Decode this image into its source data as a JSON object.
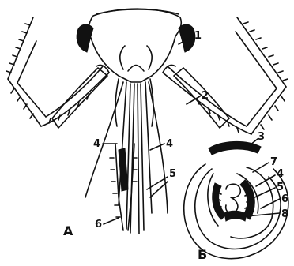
{
  "figure": {
    "panel_a": {
      "letter": "А",
      "labels": [
        "1",
        "2",
        "4",
        "4",
        "5",
        "6"
      ]
    },
    "panel_b": {
      "letter": "Б",
      "labels": [
        "3",
        "7",
        "4",
        "5",
        "6",
        "8"
      ]
    }
  }
}
